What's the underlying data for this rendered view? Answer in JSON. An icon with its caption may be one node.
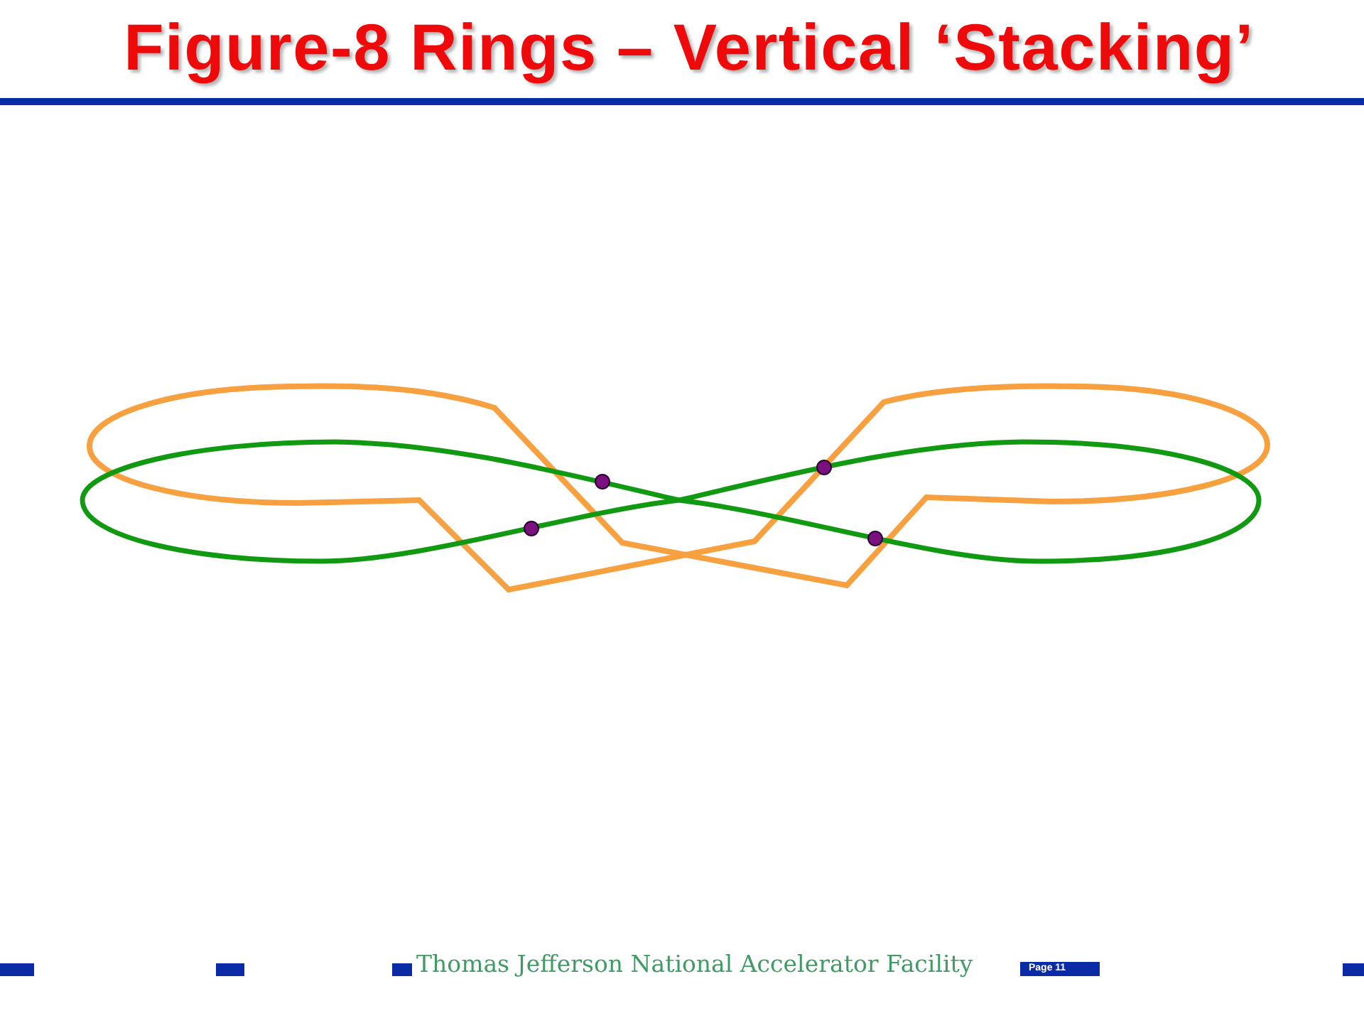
{
  "diagram": {
    "title": "Figure-8 Rings – Vertical ‘Stacking’",
    "labels": [
      "Thomas Jefferson National Accelerator Facility",
      "Page 11"
    ]
  }
}
